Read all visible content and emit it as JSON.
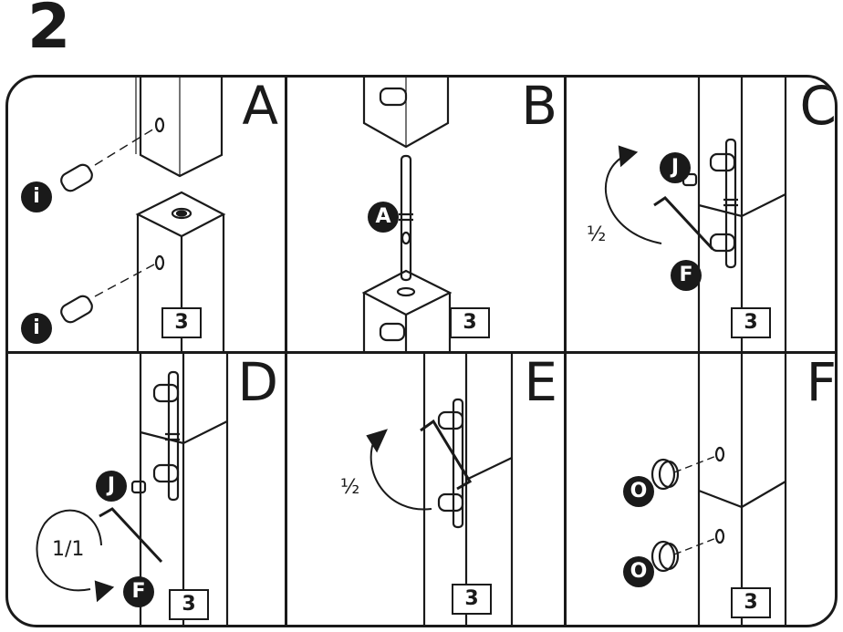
{
  "step_number": "2",
  "panels": [
    {
      "letter": "A",
      "box_label": "3",
      "badges": [
        "i",
        "i"
      ]
    },
    {
      "letter": "B",
      "box_label": "3",
      "badges": [
        "A"
      ]
    },
    {
      "letter": "C",
      "box_label": "3",
      "badges": [
        "J",
        "F"
      ],
      "turn_label": "½"
    },
    {
      "letter": "D",
      "box_label": "3",
      "badges": [
        "J",
        "F"
      ],
      "turn_label": "1/1"
    },
    {
      "letter": "E",
      "box_label": "3",
      "badges": [],
      "turn_label": "½"
    },
    {
      "letter": "F",
      "box_label": "3",
      "badges": [
        "O",
        "O"
      ]
    }
  ],
  "colors": {
    "ink": "#1a1a1a",
    "paper": "#ffffff"
  }
}
